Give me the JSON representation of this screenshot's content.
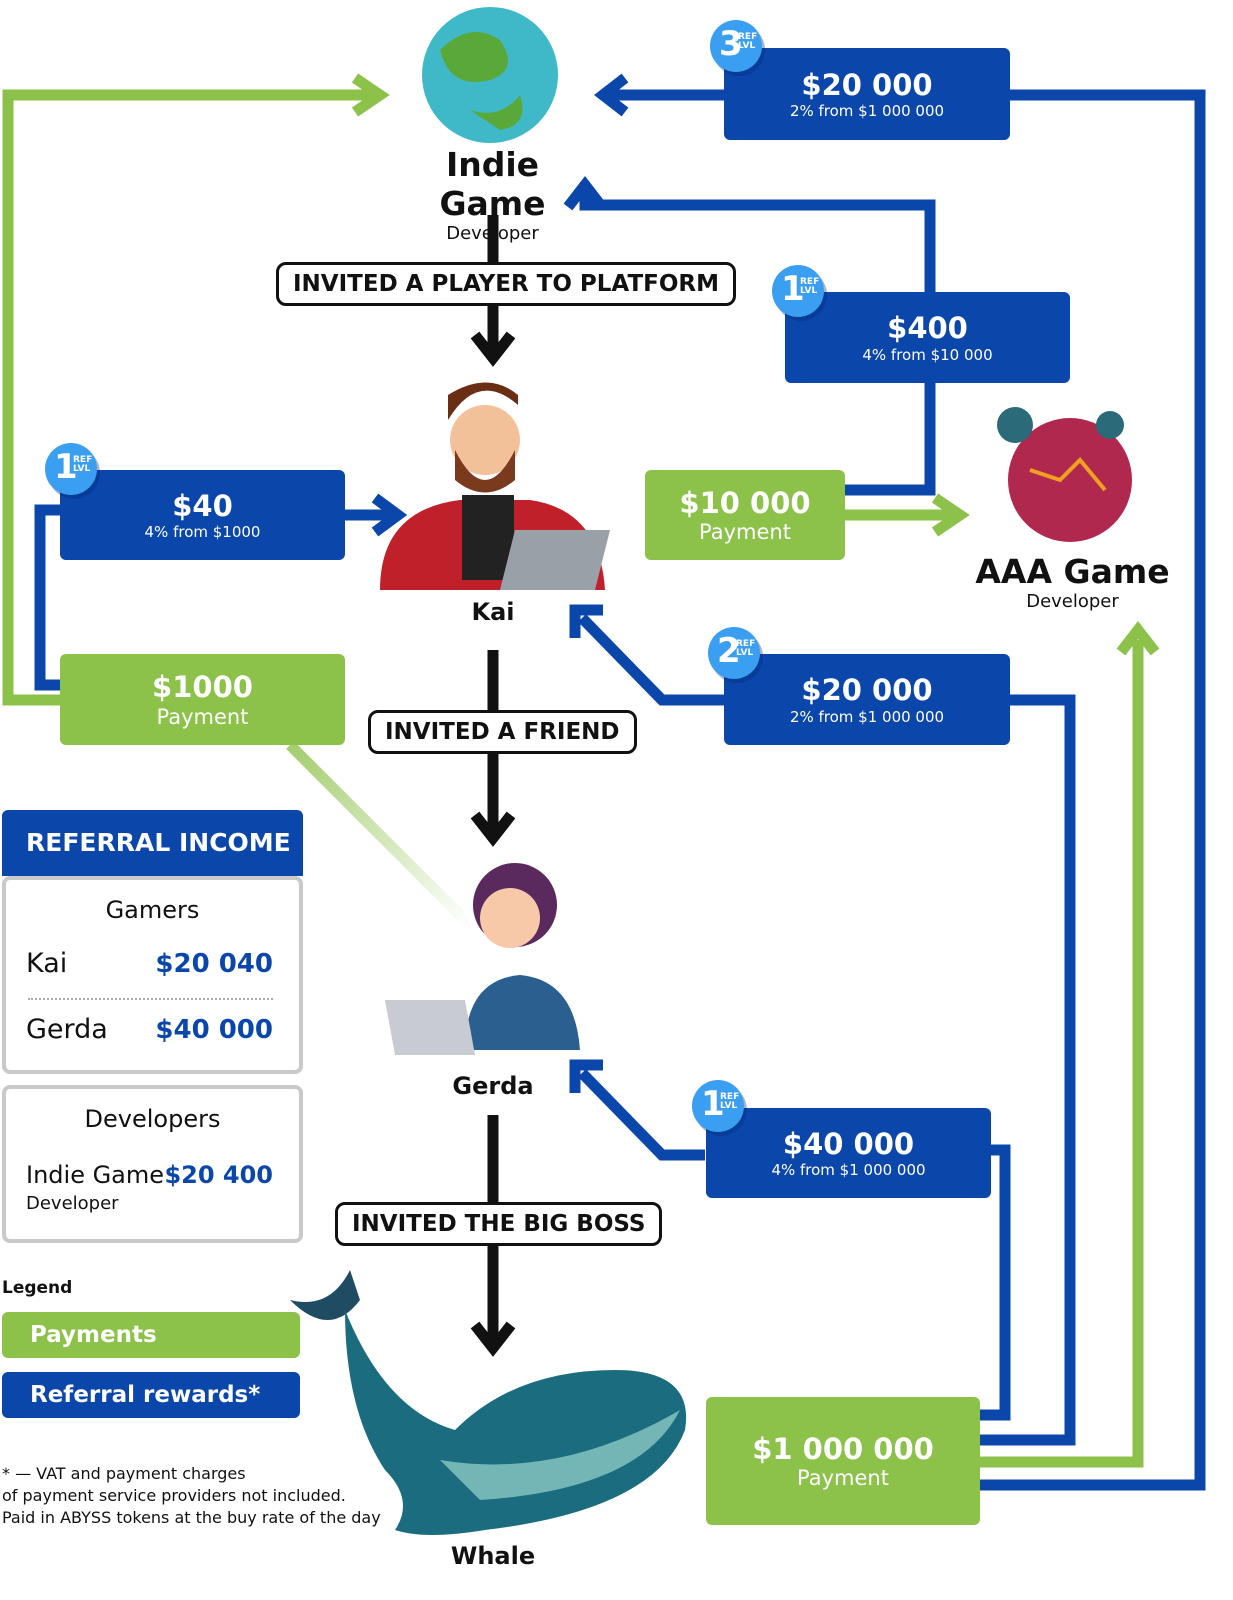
{
  "colors": {
    "payment": "#8cc14a",
    "referral": "#0b47ab",
    "badge": "#3a9ff0",
    "flow": "#111111"
  },
  "nodes": {
    "indie": {
      "name": "Indie Game",
      "role": "Developer"
    },
    "aaa": {
      "name": "AAA Game",
      "role": "Developer"
    },
    "kai": {
      "name": "Kai"
    },
    "gerda": {
      "name": "Gerda"
    },
    "whale": {
      "name": "Whale"
    }
  },
  "flow_labels": {
    "invite1": "INVITED A PLAYER TO PLATFORM",
    "invite2": "INVITED A FRIEND",
    "invite3": "INVITED THE BIG BOSS"
  },
  "badge_text": "REF LVL",
  "rewards": [
    {
      "level": "3",
      "amount": "$20 000",
      "detail": "2% from $1 000 000"
    },
    {
      "level": "1",
      "amount": "$400",
      "detail": "4% from $10 000"
    },
    {
      "level": "1",
      "amount": "$40",
      "detail": "4% from $1000"
    },
    {
      "level": "2",
      "amount": "$20 000",
      "detail": "2% from $1 000 000"
    },
    {
      "level": "1",
      "amount": "$40 000",
      "detail": "4% from $1 000 000"
    }
  ],
  "payments": [
    {
      "amount": "$10 000",
      "label": "Payment"
    },
    {
      "amount": "$1000",
      "label": "Payment"
    },
    {
      "amount": "$1 000 000",
      "label": "Payment"
    }
  ],
  "income": {
    "title": "REFERRAL INCOME",
    "gamers_title": "Gamers",
    "gamers": [
      {
        "name": "Kai",
        "value": "$20 040"
      },
      {
        "name": "Gerda",
        "value": "$40 000"
      }
    ],
    "developers_title": "Developers",
    "developers": [
      {
        "name": "Indie Game",
        "role": "Developer",
        "value": "$20 400"
      }
    ]
  },
  "legend": {
    "title": "Legend",
    "payments": "Payments",
    "referral": "Referral rewards*"
  },
  "footnote": [
    "* — VAT and payment charges",
    "of payment service providers not included.",
    "Paid in ABYSS tokens at the buy rate of the day"
  ]
}
